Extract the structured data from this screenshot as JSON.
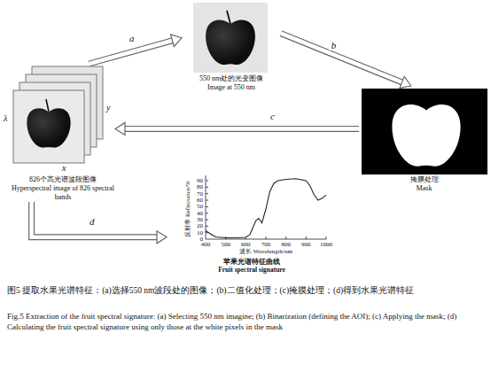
{
  "diagram": {
    "caption": "图5 提取水果光谱特征：(a)选择550 nm波段处的图像；(b)二值化处理；(c)掩膜处理；(d)得到水果光谱特征",
    "nodes": [
      {
        "text": [
          "826个高光谱波段图像",
          "Hyperspectral image of 826 spectral bands"
        ]
      },
      {
        "text": [
          "550 nm处的光变图像",
          "Image at 550 nm"
        ]
      },
      {
        "text": [
          "掩膜处理",
          "Mask"
        ]
      },
      {
        "text": [
          "苹果光谱特征曲线",
          "Fruit spectral signature"
        ]
      }
    ],
    "edges": [
      {
        "from": 0,
        "to": 1,
        "label": "a",
        "arrow": "to"
      },
      {
        "from": 1,
        "to": 2,
        "label": "b",
        "arrow": "to"
      },
      {
        "from": 2,
        "to": 0,
        "label": "c",
        "arrow": "to"
      },
      {
        "from": 0,
        "to": 3,
        "label": "d",
        "arrow": "to"
      }
    ],
    "labels": [
      "λ",
      "y",
      "x",
      "90",
      "80",
      "70",
      "60",
      "50",
      "40",
      "30",
      "20",
      "10",
      "0",
      "400",
      "500",
      "600",
      "700",
      "800",
      "900",
      "1000",
      "反射率 Reflectance/%",
      "波长 Wavelength/nm",
      "Fig.5 Extraction of the fruit spectral signature: (a) Selecting 550 nm imagine; (b) Binarization (defining the AOI); (c) Applying the mask; (d) Calculating the fruit spectral signature using only those at the white pixels in the mask"
    ]
  }
}
